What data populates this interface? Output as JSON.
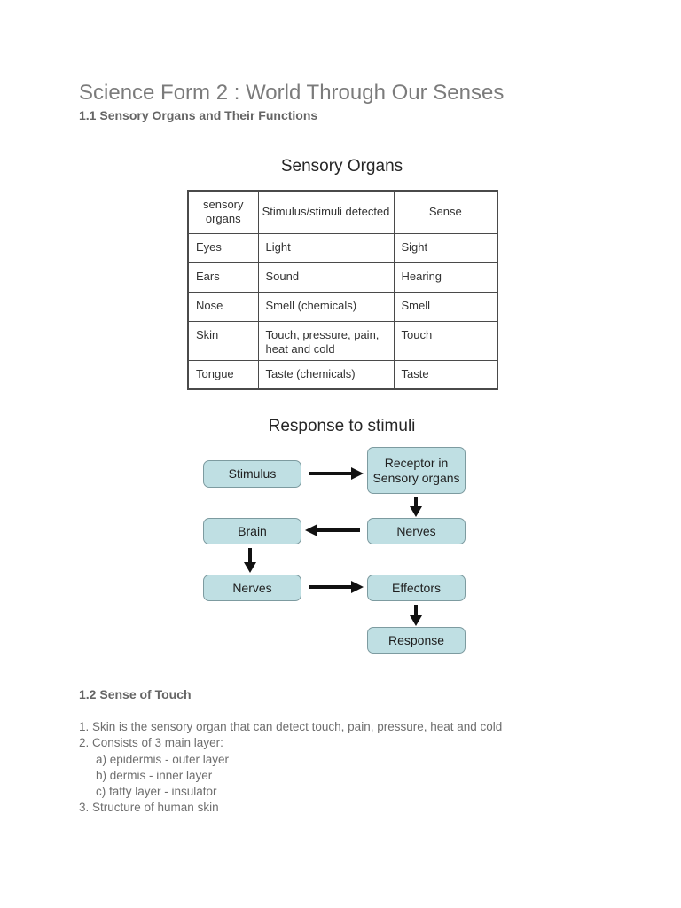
{
  "page": {
    "title": "Science Form 2 : World Through Our Senses",
    "subtitle": "1.1 Sensory Organs and Their Functions"
  },
  "table": {
    "title": "Sensory Organs",
    "headers": [
      "sensory organs",
      "Stimulus/stimuli detected",
      "Sense"
    ],
    "rows": [
      [
        "Eyes",
        "Light",
        "Sight"
      ],
      [
        "Ears",
        "Sound",
        "Hearing"
      ],
      [
        "Nose",
        "Smell (chemicals)",
        "Smell"
      ],
      [
        "Skin",
        "Touch, pressure, pain, heat and cold",
        "Touch"
      ],
      [
        "Tongue",
        "Taste (chemicals)",
        "Taste"
      ]
    ]
  },
  "flowchart": {
    "title": "Response to stimuli",
    "nodes": [
      {
        "id": "stimulus",
        "label": "Stimulus"
      },
      {
        "id": "receptor",
        "label": "Receptor in Sensory organs"
      },
      {
        "id": "brain",
        "label": "Brain"
      },
      {
        "id": "nerves-1",
        "label": "Nerves"
      },
      {
        "id": "nerves-2",
        "label": "Nerves"
      },
      {
        "id": "effectors",
        "label": "Effectors"
      },
      {
        "id": "response",
        "label": "Response"
      }
    ],
    "edges": [
      {
        "from": "stimulus",
        "to": "receptor",
        "direction": "right"
      },
      {
        "from": "receptor",
        "to": "nerves-1",
        "direction": "down"
      },
      {
        "from": "nerves-1",
        "to": "brain",
        "direction": "left"
      },
      {
        "from": "brain",
        "to": "nerves-2",
        "direction": "down"
      },
      {
        "from": "nerves-2",
        "to": "effectors",
        "direction": "right"
      },
      {
        "from": "effectors",
        "to": "response",
        "direction": "down"
      }
    ]
  },
  "section": {
    "heading": "1.2 Sense of Touch",
    "lines": [
      {
        "text": "1. Skin is the sensory organ that can detect touch, pain, pressure, heat and cold",
        "indent": 0
      },
      {
        "text": "2. Consists of 3 main layer:",
        "indent": 0
      },
      {
        "text": "a) epidermis - outer layer",
        "indent": 1
      },
      {
        "text": "b) dermis - inner layer",
        "indent": 1
      },
      {
        "text": "c) fatty layer - insulator",
        "indent": 1
      },
      {
        "text": "3. Structure of human skin",
        "indent": 0
      }
    ]
  },
  "colors": {
    "page_background": "#ffffff",
    "title_text": "#7b7b7b",
    "body_text": "#6e6e6e",
    "table_text": "#333333",
    "table_border": "#4a4a4a",
    "flow_box_fill": "#bfdfe3",
    "flow_box_border": "#7d9ba0",
    "arrow": "#111111"
  }
}
